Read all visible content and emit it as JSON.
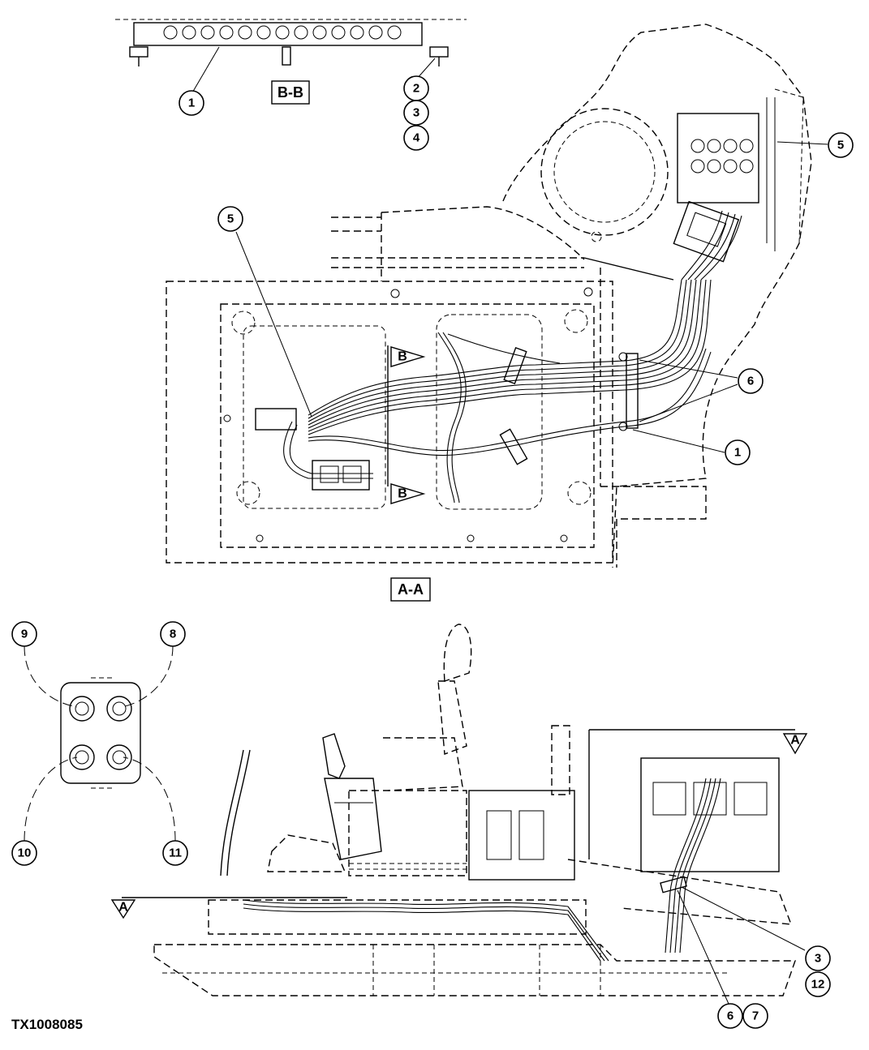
{
  "figure_id": "TX1008085",
  "view_labels": {
    "section_bb": "B-B",
    "section_aa": "A-A"
  },
  "section_arrows": {
    "b_top": "B",
    "b_bottom": "B",
    "a_left": "A",
    "a_right": "A"
  },
  "callouts": {
    "bb_1": "1",
    "bb_2": "2",
    "bb_3": "3",
    "bb_4": "4",
    "aa_5_right": "5",
    "aa_5_left": "5",
    "aa_6": "6",
    "aa_1": "1",
    "conn_9": "9",
    "conn_8": "8",
    "conn_10": "10",
    "conn_11": "11",
    "side_3": "3",
    "side_12": "12",
    "side_6": "6",
    "side_7": "7"
  }
}
